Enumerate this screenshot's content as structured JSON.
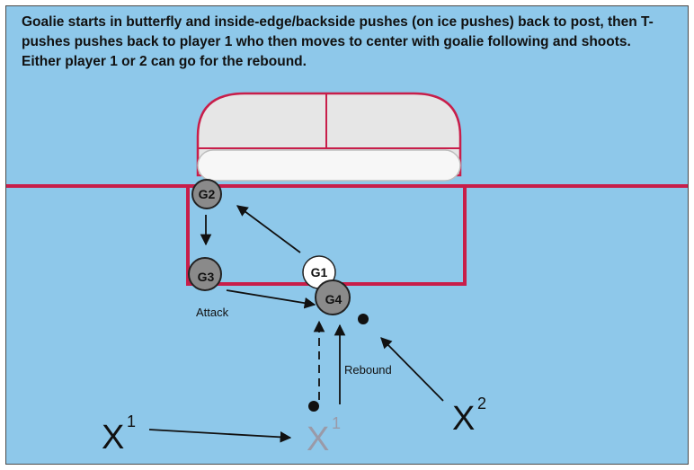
{
  "caption": "Goalie starts in butterfly and inside-edge/backside pushes (on ice pushes) back to post, then T-pushes pushes back to player 1 who then moves to center with goalie following and shoots. Either player 1 or 2 can go for the rebound.",
  "goalies": {
    "g1": "G1",
    "g2": "G2",
    "g3": "G3",
    "g4": "G4"
  },
  "labels": {
    "attack": "Attack",
    "rebound": "Rebound"
  },
  "players": {
    "x1_letter": "X",
    "x1_sup": "1",
    "x1_moved_letter": "X",
    "x1_moved_sup": "1",
    "x2_letter": "X",
    "x2_sup": "2"
  },
  "colors": {
    "ice": "#8ec8ea",
    "crease_line": "#c81e4a",
    "goalie_fill": "#8a8a8a",
    "goalie_start_fill": "#ffffff",
    "moved_player": "#9a9aa8"
  }
}
